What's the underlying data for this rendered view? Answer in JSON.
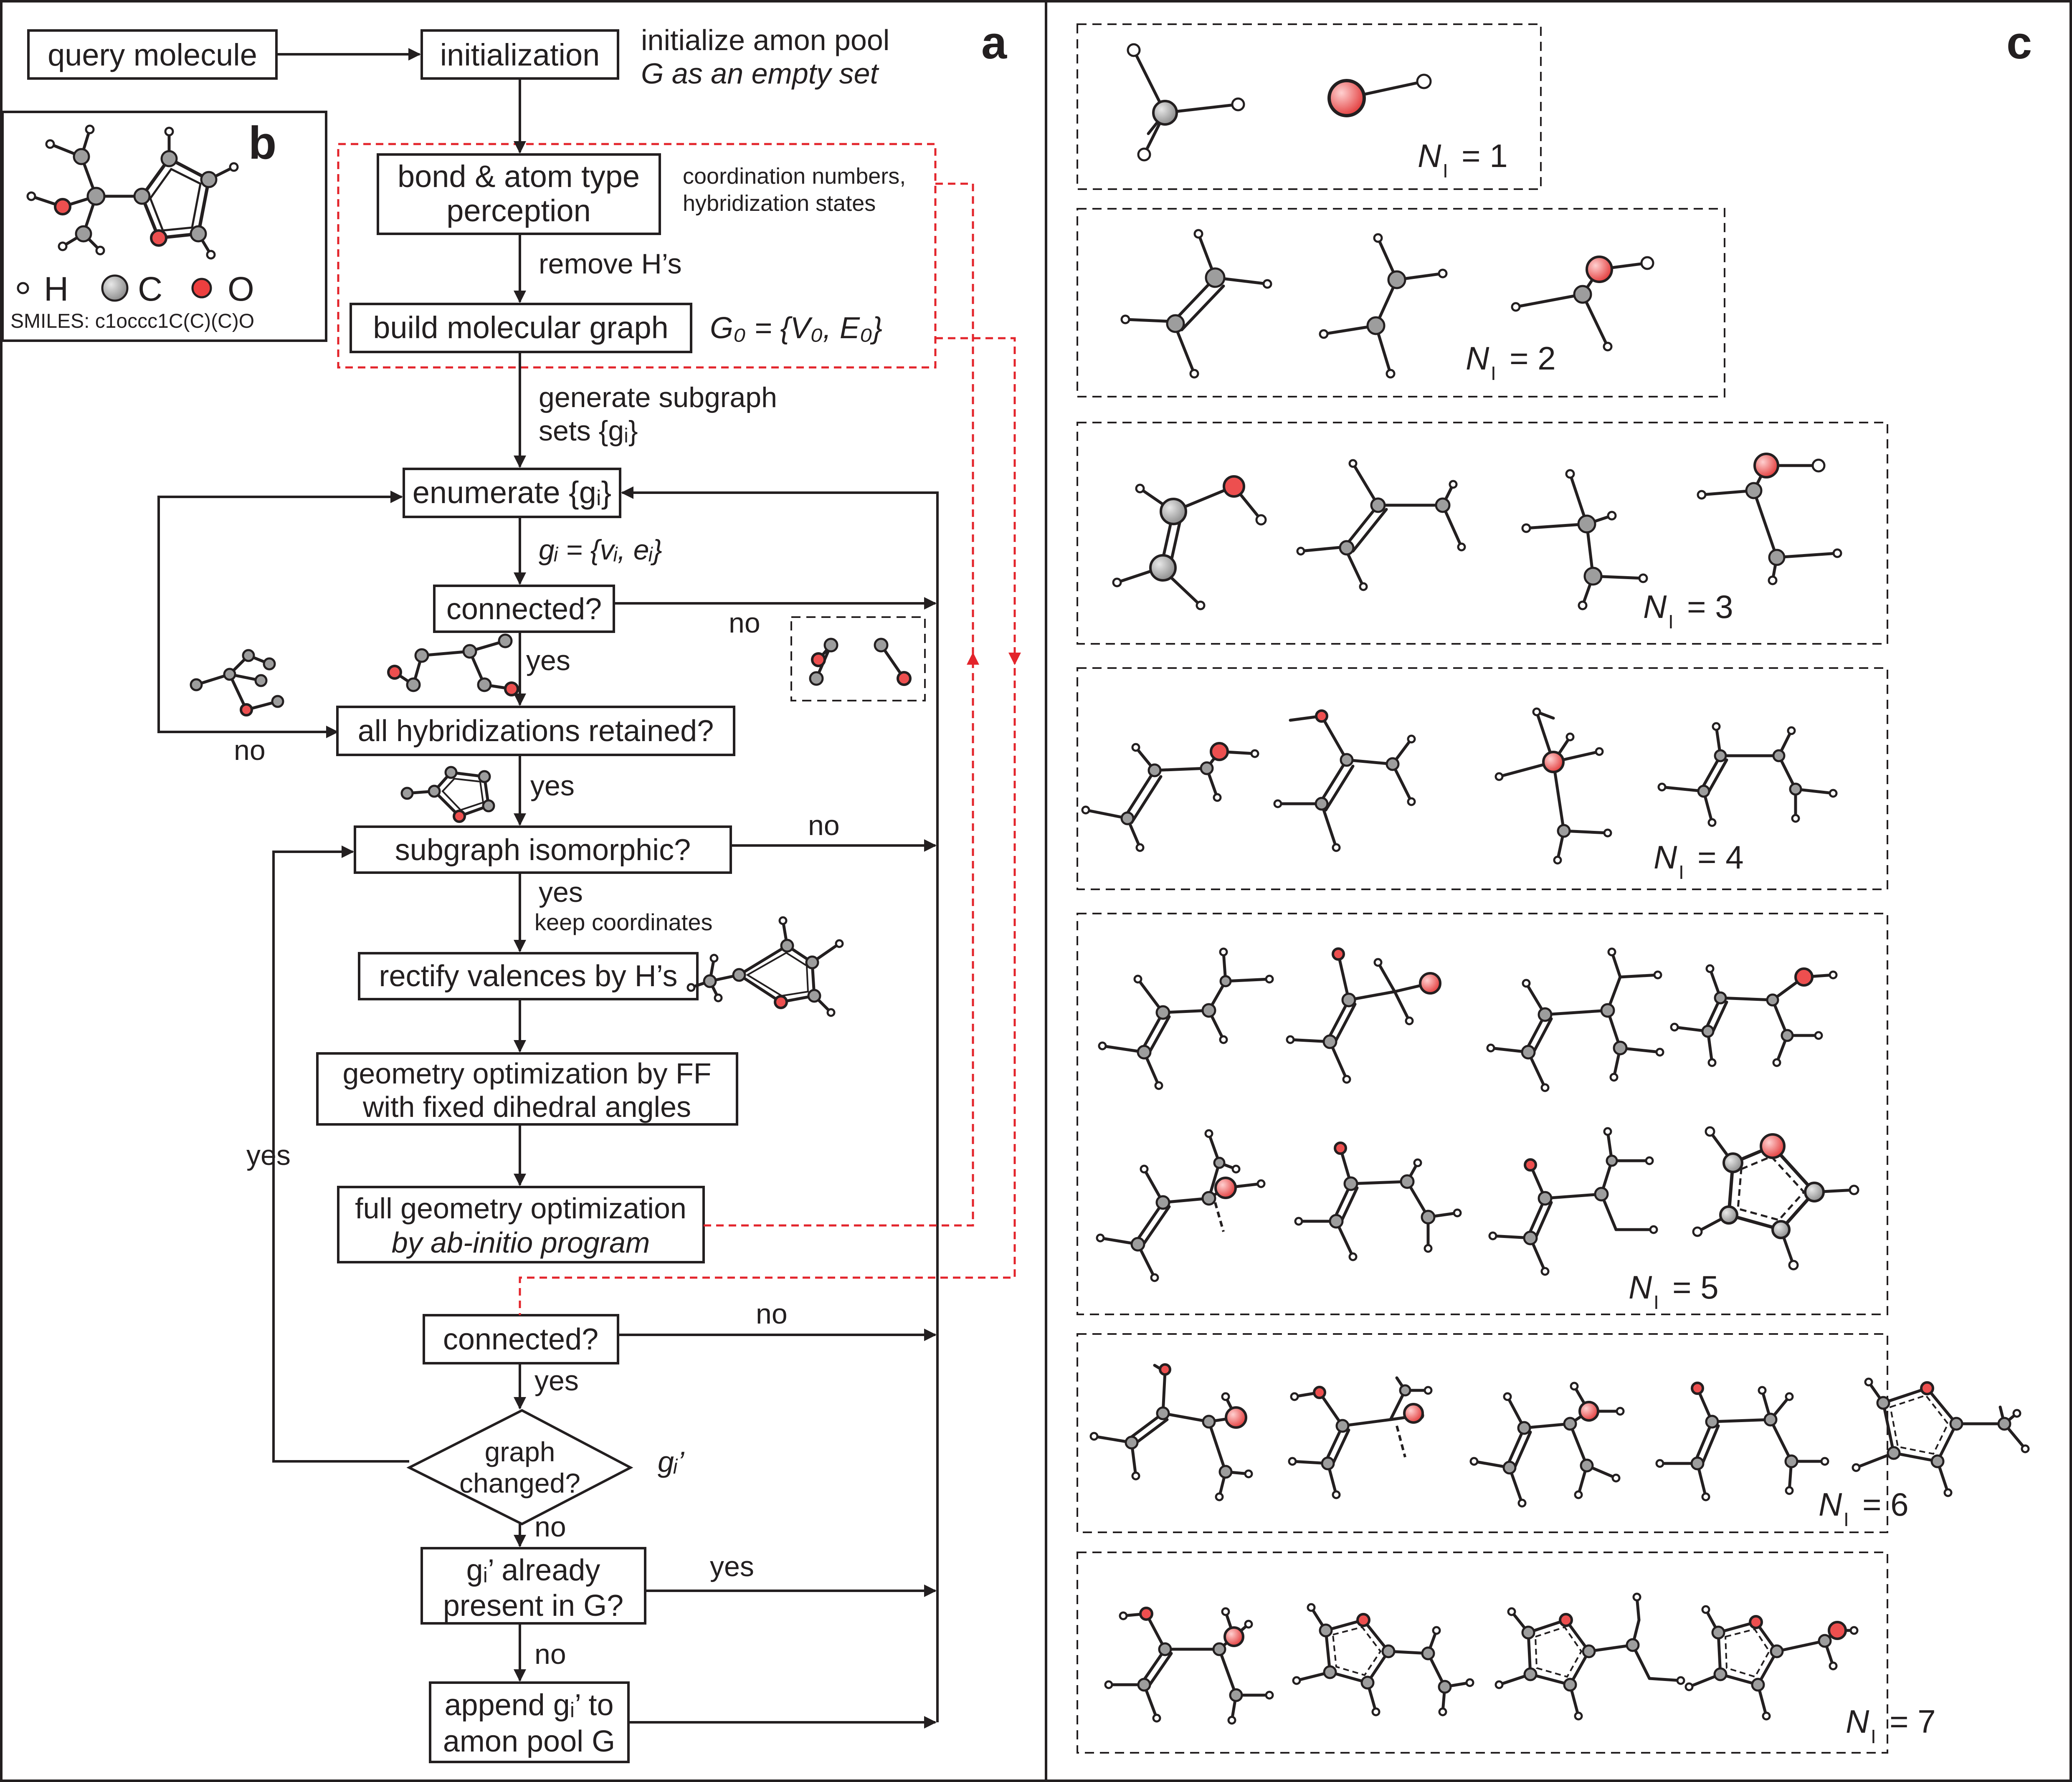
{
  "panel_letters": {
    "a": "a",
    "b": "b",
    "c": "c"
  },
  "colors": {
    "line": "#231f20",
    "dashed_red": "#e3242b",
    "oxygen": "#ed4f4f",
    "carbon": "#9d9d9d",
    "hydrogen": "#ffffff"
  },
  "panel_a": {
    "query_molecule": "query molecule",
    "initialization": "initialization",
    "init_note_1": "initialize amon pool",
    "init_note_2": "G as an empty set",
    "perception_1": "bond & atom type",
    "perception_2": "perception",
    "coord_note_1": "coordination numbers,",
    "coord_note_2": "hybridization states",
    "remove_h": "remove H’s",
    "build_graph": "build molecular graph",
    "g0": "G₀ = {V₀, E₀}",
    "generate_1": "generate subgraph",
    "generate_2": "sets {gᵢ}",
    "enumerate": "enumerate {gᵢ}",
    "gi_def": "gᵢ = {vᵢ, eᵢ}",
    "connected_1": "connected?",
    "hybrid": "all hybridizations retained?",
    "isomorphic": "subgraph isomorphic?",
    "keep_coords": "keep coordinates",
    "rectify": "rectify valences by H’s",
    "geom_ff_1": "geometry optimization by FF",
    "geom_ff_2": "with fixed dihedral angles",
    "abinitio_1": "full geometry optimization",
    "abinitio_2": "by ab-initio program",
    "connected_2": "connected?",
    "graph_changed_1": "graph",
    "graph_changed_2": "changed?",
    "gi_prime": "gᵢ’",
    "already_1": "gᵢ’ already",
    "already_2": "present in G?",
    "append_1": "append gᵢ’ to",
    "append_2": "amon pool G",
    "yes": "yes",
    "no": "no"
  },
  "panel_b": {
    "legend_h": "H",
    "legend_c": "C",
    "legend_o": "O",
    "smiles": "SMILES: c1occc1C(C)(C)O"
  },
  "panel_c": {
    "levels": [
      {
        "label": "N",
        "sub": "I",
        "value": "= 1"
      },
      {
        "label": "N",
        "sub": "I",
        "value": "= 2"
      },
      {
        "label": "N",
        "sub": "I",
        "value": "= 3"
      },
      {
        "label": "N",
        "sub": "I",
        "value": "= 4"
      },
      {
        "label": "N",
        "sub": "I",
        "value": "= 5"
      },
      {
        "label": "N",
        "sub": "I",
        "value": "= 6"
      },
      {
        "label": "N",
        "sub": "I",
        "value": "= 7"
      }
    ]
  }
}
